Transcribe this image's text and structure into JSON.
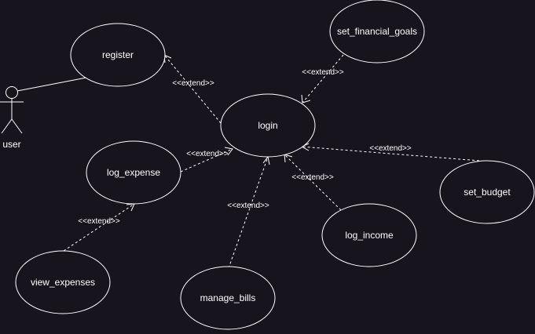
{
  "diagram": {
    "background": "#18141d",
    "actor": {
      "label": "user"
    },
    "use_cases": {
      "register": "register",
      "login": "login",
      "set_financial_goals": "set_financial_goals",
      "log_expense": "log_expense",
      "set_budget": "set_budget",
      "log_income": "log_income",
      "view_expenses": "view_expenses",
      "manage_bills": "manage_bills"
    },
    "relations": {
      "extend_label": "<<extend>>"
    }
  }
}
